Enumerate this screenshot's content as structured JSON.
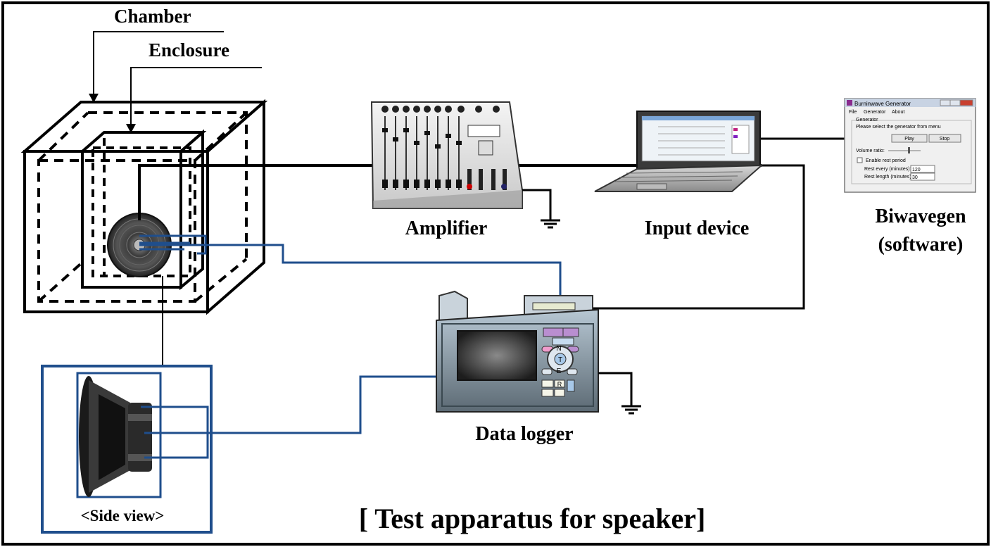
{
  "labels": {
    "chamber": "Chamber",
    "enclosure": "Enclosure",
    "amplifier": "Amplifier",
    "input_device": "Input device",
    "software_line1": "Biwavegen",
    "software_line2": "(software)",
    "data_logger": "Data logger",
    "side_view": "<Side view>",
    "caption": "[ Test apparatus for speaker]"
  },
  "software_window": {
    "title": "Burninwave Generator",
    "menu": [
      "File",
      "Generator",
      "About"
    ],
    "group_label": "Generator",
    "prompt": "Please select the generator from menu",
    "play_button": "Play",
    "stop_button": "Stop",
    "volume_label": "Volume ratio:",
    "checkbox_label": "Enable rest period",
    "rest_every_label": "Rest every (minutes):",
    "rest_every_value": "120",
    "rest_length_label": "Rest length (minutes):",
    "rest_length_value": "30"
  },
  "logger_keys": {
    "top": "N",
    "center": "T",
    "bottom": "E",
    "lower": "R"
  },
  "colors": {
    "wire_black": "#000000",
    "wire_blue": "#1f4e8c",
    "side_view_frame": "#1f4e8c"
  }
}
